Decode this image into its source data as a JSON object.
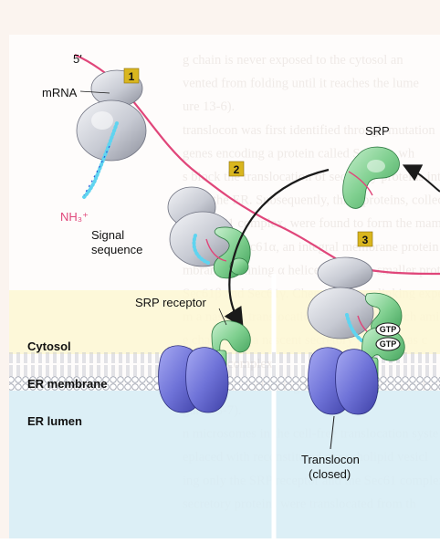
{
  "background_text": [
    "g chain is never exposed to the cytosol an",
    "vented from folding until it reaches the lume",
    "ure 13-6).",
    "translocon was first identified through mutation",
    "genes encoding a protein called Sec61p, wh",
    "s block the translocation of secretory proteins int",
    "en of the ER. Subsequently, three proteins, collectiv",
    "the Sec61 complex, were found to form the mamm",
    "anslocon: Sec61α, an integral membrane protein wi",
    "mbrane-spanning α helices, and two smaller protein",
    "Sec61β and Sec61γ. Chemical cross-linking exper",
    "m a nascent translocation substrate in which ami",
    "e chain from a nascent secretory protein was c",
    "e Sec61 complex.",
    "of protein, confirming its identity as the translocon",
    "gure 13-7).",
    "n microsomes in the cell-free translocation syste",
    "eplaced with reconstituted phospholipid vesicl",
    "ing only the SRP receptor and the Sec61 complex",
    "secretory proteins were translocated from th"
  ],
  "labels": {
    "five_prime": "5′",
    "mrna": "mRNA",
    "nh3": "NH₃⁺",
    "signal_sequence_line1": "Signal",
    "signal_sequence_line2": "sequence",
    "srp": "SRP",
    "srp_receptor": "SRP receptor",
    "cytosol": "Cytosol",
    "er_membrane": "ER membrane",
    "er_lumen": "ER lumen",
    "translocon_line1": "Translocon",
    "translocon_line2": "(closed)",
    "gtp": "GTP"
  },
  "steps": [
    "1",
    "2",
    "3"
  ],
  "colors": {
    "mrna": "#e0467a",
    "ribosome": "#c9ccd6",
    "srp_green": "#7fcf8f",
    "translocon": "#6f73d8",
    "signal_seq": "#5fd4f0",
    "step_box": "#d9b61e",
    "cytosol_bg": "#fdf7d2",
    "lumen_bg": "#d6ecf5"
  }
}
